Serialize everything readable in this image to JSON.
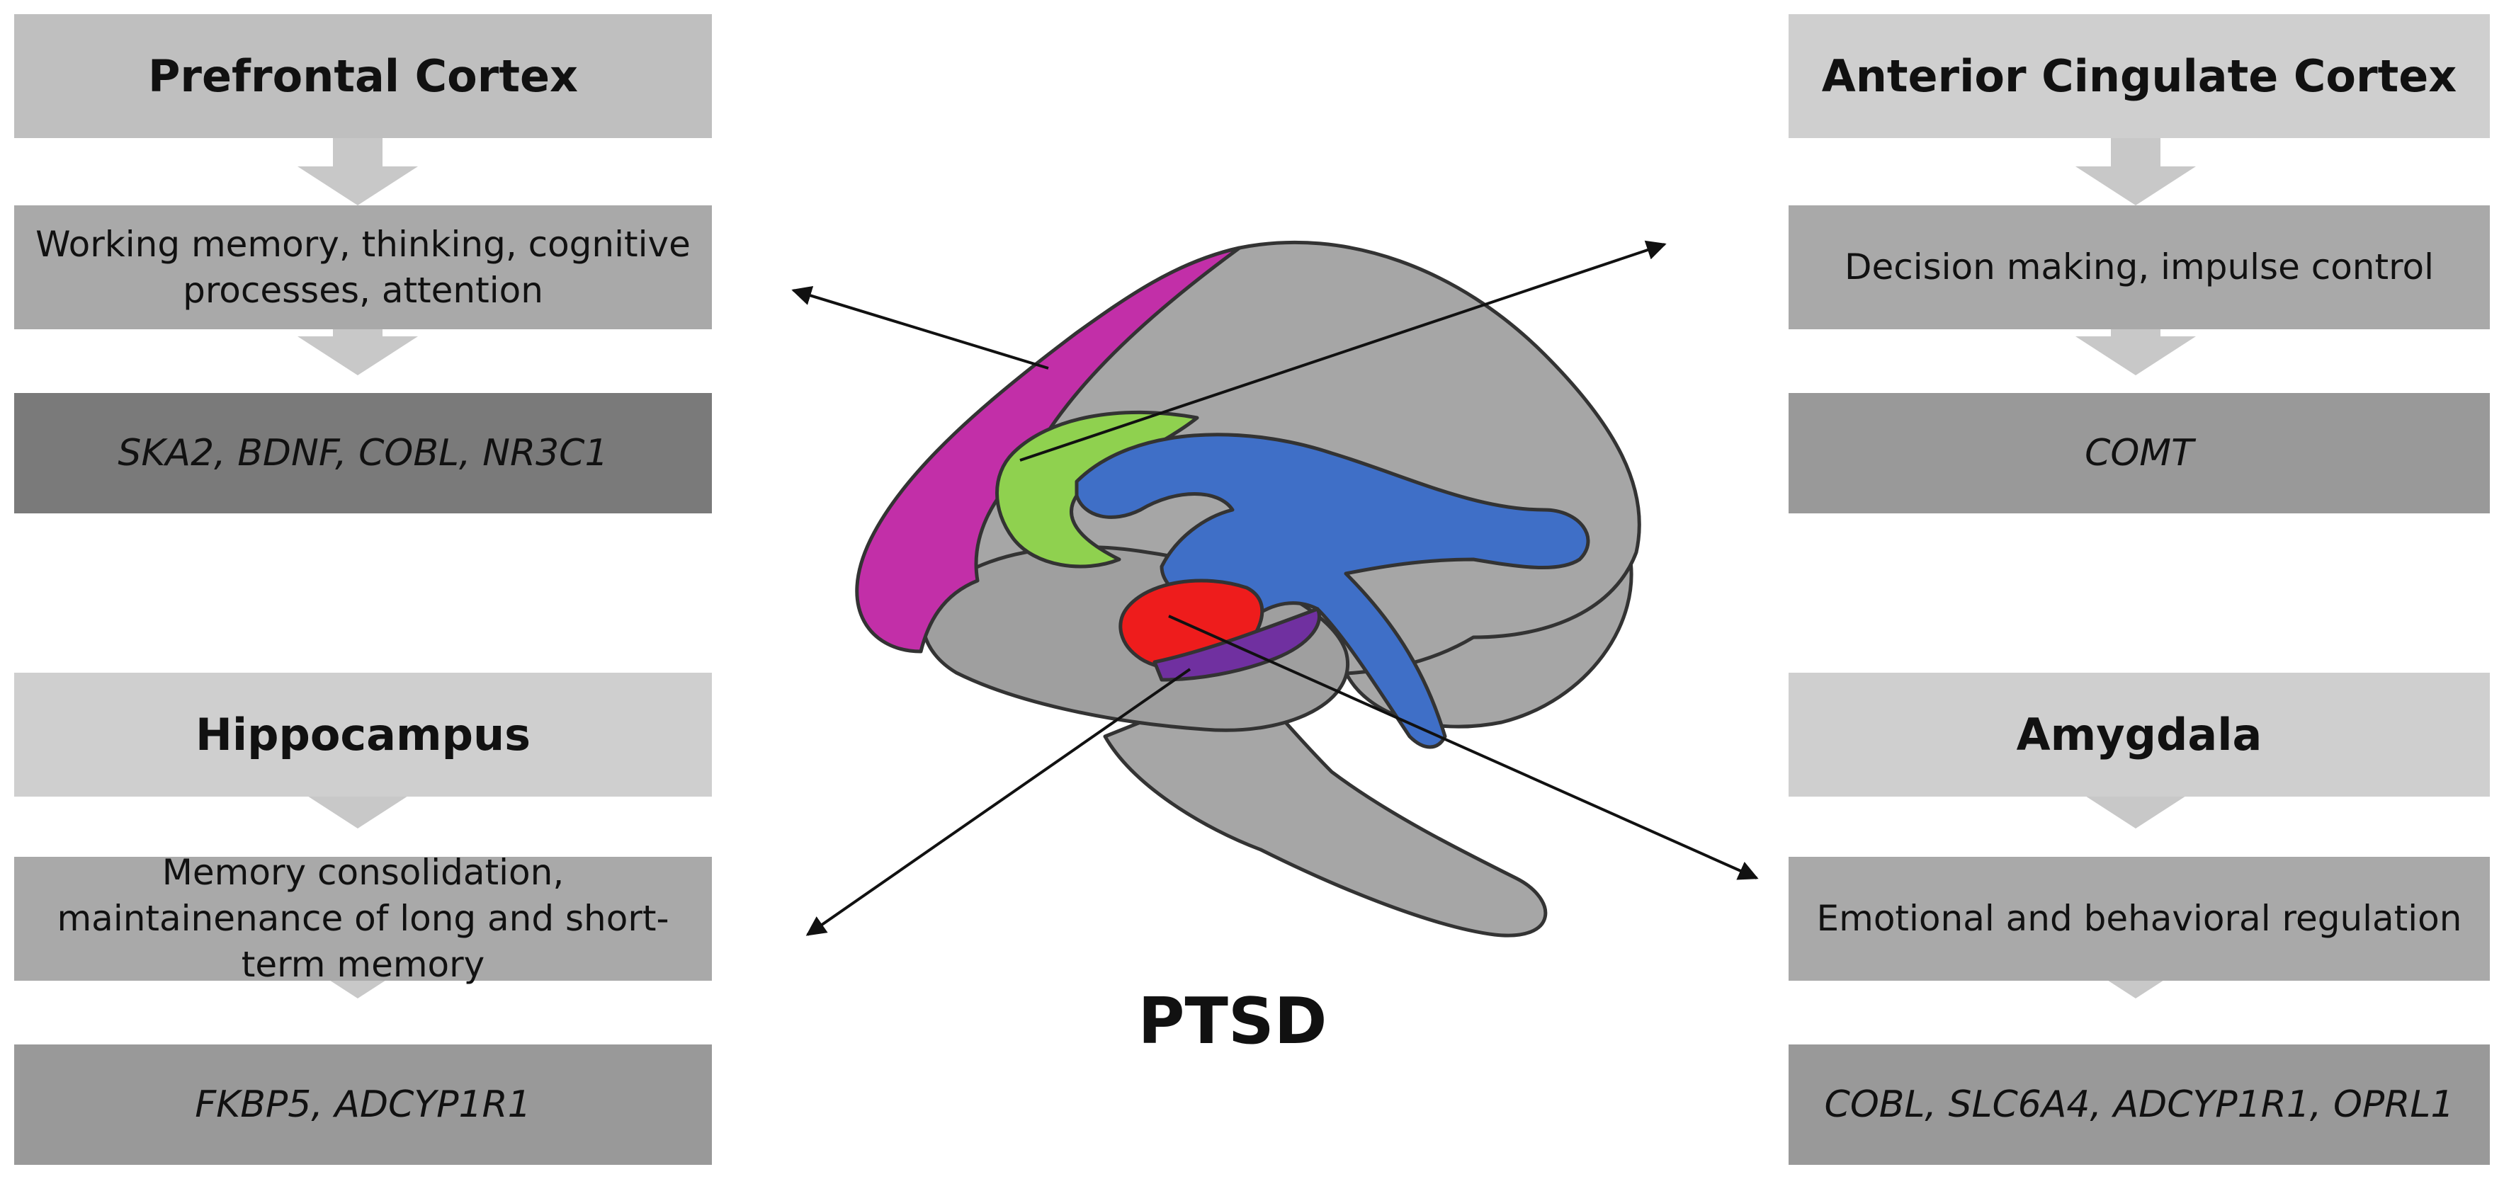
{
  "center_label": "PTSD",
  "colors": {
    "prefrontal": "#c22fa8",
    "cingulate": "#8fd14f",
    "corpus": "#3f6fc7",
    "amygdala": "#ee1c1c",
    "hippocampus": "#7030a0",
    "gray": "#a6a6a6"
  },
  "panels": {
    "prefrontal": {
      "title": "Prefrontal Cortex",
      "function": "Working memory, thinking, cognitive processes, attention",
      "genes": "SKA2, BDNF, COBL, NR3C1"
    },
    "anterior_cingulate": {
      "title": "Anterior Cingulate Cortex",
      "function": "Decision making, impulse control",
      "genes": "COMT"
    },
    "hippocampus": {
      "title": "Hippocampus",
      "function": "Memory consolidation, maintainenance of long and short-term memory",
      "genes": "FKBP5, ADCYP1R1"
    },
    "amygdala": {
      "title": "Amygdala",
      "function": "Emotional and behavioral regulation",
      "genes": "COBL, SLC6A4, ADCYP1R1, OPRL1"
    }
  }
}
